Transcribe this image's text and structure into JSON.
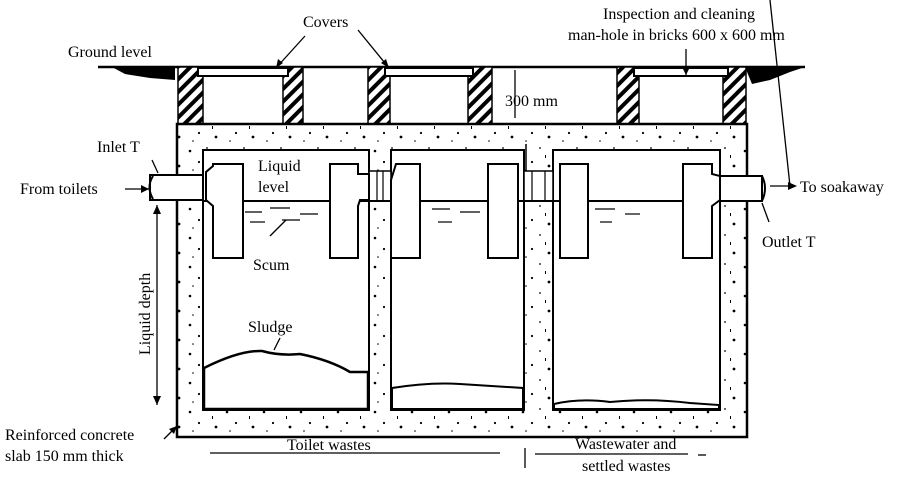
{
  "title": "Septic tank cross-section",
  "colors": {
    "ink": "#000000",
    "background": "#ffffff"
  },
  "labels": {
    "covers": "Covers",
    "ground_level": "Ground level",
    "inspection_line1": "Inspection and cleaning",
    "inspection_line2": "man-hole in bricks 600 x 600 mm",
    "depth_300": "300 mm",
    "inlet_t": "Inlet T",
    "from_toilets": "From toilets",
    "liquid_level_line1": "Liquid",
    "liquid_level_line2": "level",
    "scum": "Scum",
    "to_soakaway": "To soakaway",
    "outlet_t": "Outlet T",
    "liquid_depth": "Liquid depth",
    "sludge": "Sludge",
    "slab_line1": "Reinforced concrete",
    "slab_line2": "slab 150 mm thick",
    "toilet_wastes": "Toilet wastes",
    "wastewater_line1": "Wastewater and",
    "wastewater_line2": "settled wastes"
  },
  "components": {
    "compartments": [
      "first-compartment",
      "second-compartment",
      "third-compartment"
    ],
    "manholes": [
      "manhole-1",
      "manhole-2",
      "manhole-3"
    ]
  }
}
